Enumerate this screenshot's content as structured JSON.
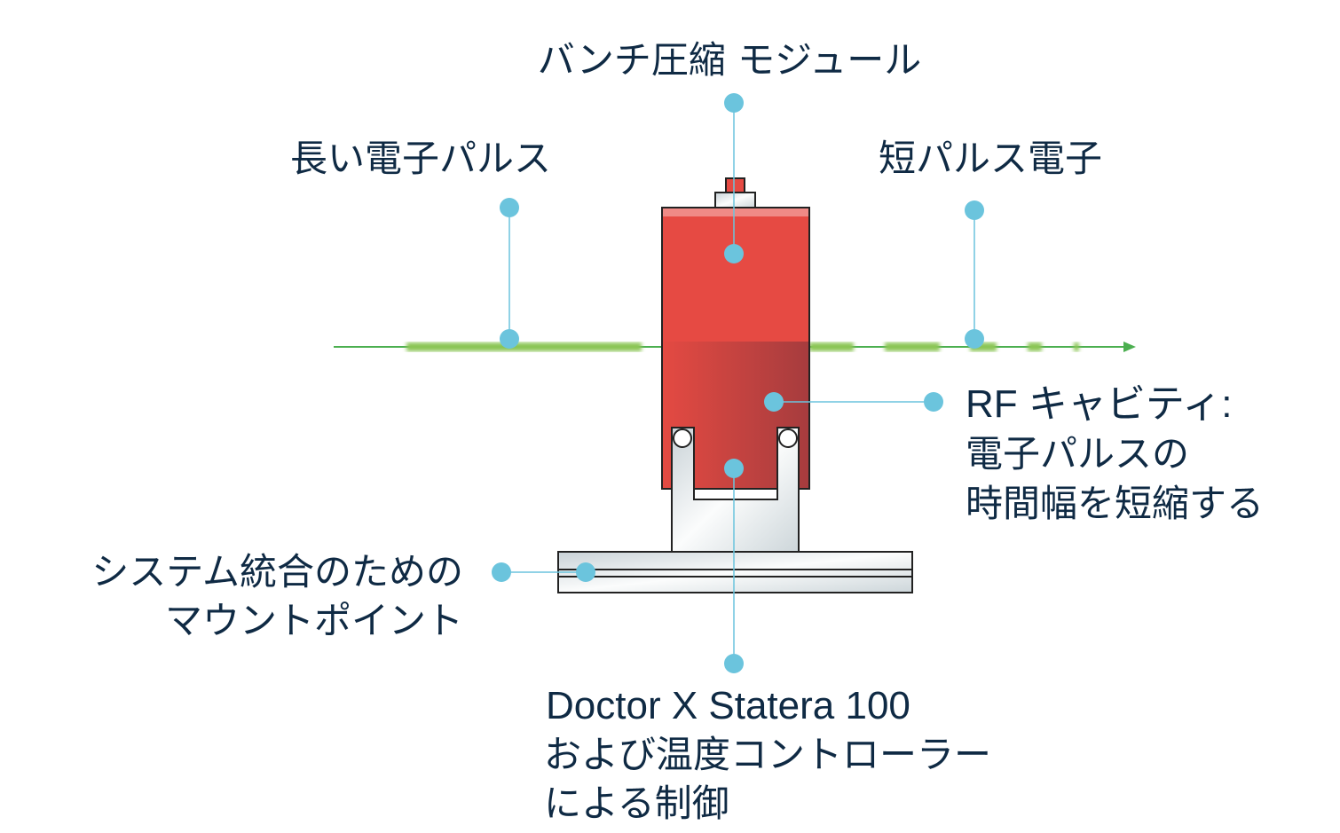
{
  "labels": {
    "bunch_module": "バンチ圧縮 モジュール",
    "long_pulse": "長い電子パルス",
    "short_pulse": "短パルス電子",
    "rf_cavity": [
      "RF キャビティ:",
      "電子パルスの",
      "時間幅を短縮する"
    ],
    "mount": [
      "システム統合のための",
      "マウントポイント"
    ],
    "control": [
      "Doctor X Statera 100",
      "および温度コントローラー",
      "による制御"
    ]
  },
  "colors": {
    "text": "#0f2a44",
    "dot": "#6bc4dd",
    "red": "#e64a43",
    "beam": "#4caf50"
  }
}
